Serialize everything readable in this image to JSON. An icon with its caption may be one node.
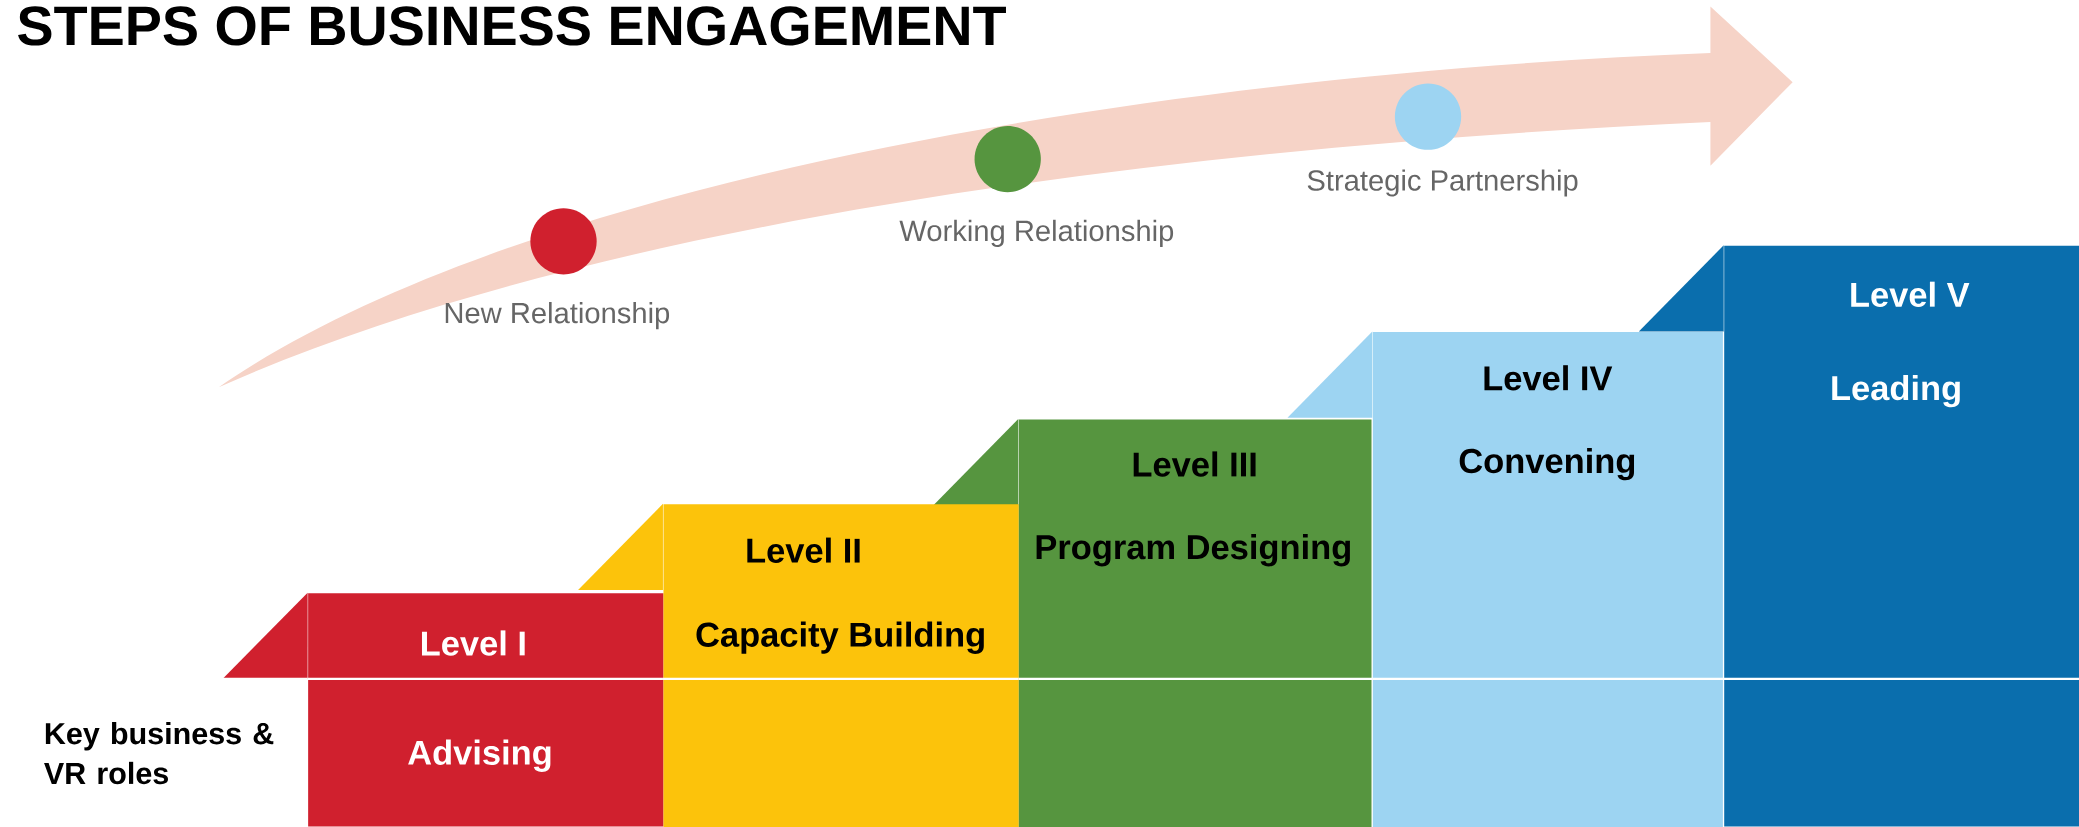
{
  "diagram": {
    "title": "STEPS OF BUSINESS ENGAGEMENT",
    "nodes": [
      {
        "text": [
          "Key business & VR roles"
        ]
      },
      {
        "text": [
          "Level I",
          "Advising"
        ]
      },
      {
        "text": [
          "Level II",
          "Capacity Building"
        ]
      },
      {
        "text": [
          "Level III",
          "Program Designing"
        ]
      },
      {
        "text": [
          "Level IV",
          "Convening"
        ]
      },
      {
        "text": [
          "Level V",
          "Leading"
        ]
      },
      {
        "text": [],
        "shape": "circle",
        "beside": [
          "New Relationship"
        ]
      },
      {
        "text": [],
        "shape": "circle",
        "beside": [
          "Working Relationship"
        ]
      },
      {
        "text": [],
        "shape": "circle",
        "beside": [
          "Strategic Partnership"
        ]
      }
    ],
    "edges": []
  }
}
